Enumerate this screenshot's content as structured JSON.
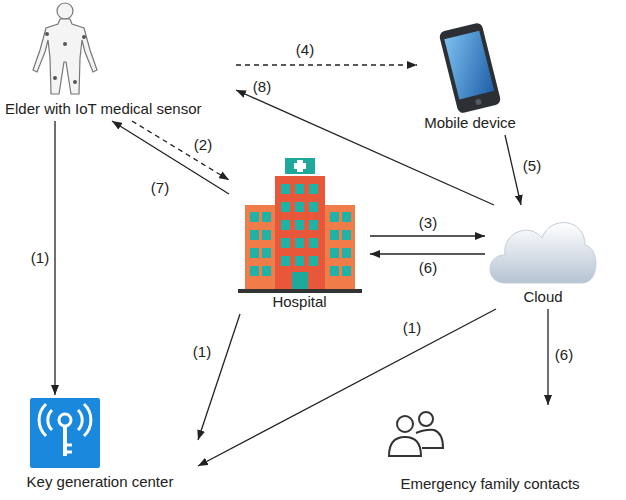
{
  "diagram": {
    "nodes": [
      {
        "text": [
          "Elder with IoT medical sensor"
        ]
      },
      {
        "text": [
          "Mobile device"
        ]
      },
      {
        "text": [
          "Hospital"
        ]
      },
      {
        "text": [
          "Cloud"
        ]
      },
      {
        "text": [
          "Key generation center"
        ]
      },
      {
        "text": [
          "Emergency family contacts"
        ]
      }
    ],
    "edges": [
      {
        "from": 0,
        "to": 4,
        "label": "(1)",
        "arrow": "to"
      },
      {
        "from": 0,
        "to": 2,
        "label": "(2)",
        "arrow": "to"
      },
      {
        "from": 2,
        "to": 0,
        "label": "(7)",
        "arrow": "to"
      },
      {
        "from": 0,
        "to": 1,
        "label": "(4)",
        "arrow": "to"
      },
      {
        "from": 3,
        "to": 0,
        "label": "(8)",
        "arrow": "to"
      },
      {
        "from": 1,
        "to": 3,
        "label": "(5)",
        "arrow": "to"
      },
      {
        "from": 2,
        "to": 3,
        "label": "(3)",
        "arrow": "to"
      },
      {
        "from": 3,
        "to": 2,
        "label": "(6)",
        "arrow": "to"
      },
      {
        "from": 2,
        "to": 4,
        "label": "(1)",
        "arrow": "to"
      },
      {
        "from": 3,
        "to": 4,
        "label": "(1)",
        "arrow": "to"
      },
      {
        "from": 3,
        "to": 5,
        "label": "(6)",
        "arrow": "to"
      }
    ]
  }
}
